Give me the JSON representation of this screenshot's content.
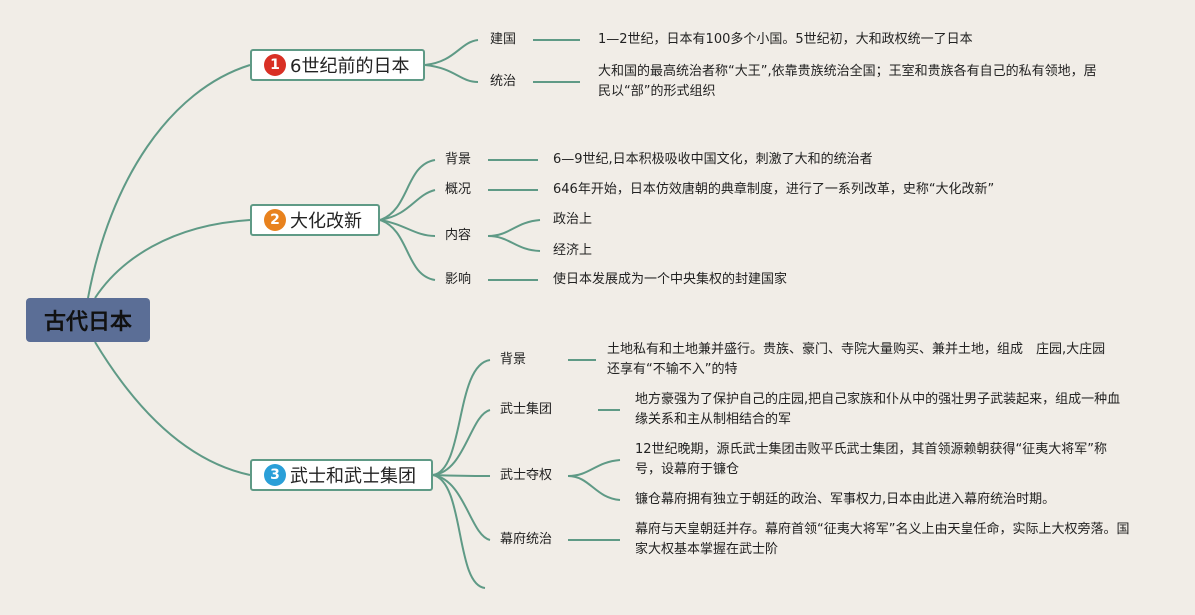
{
  "colors": {
    "line": "#5f9a86",
    "root_bg": "#5b6e96",
    "num1": "#d93025",
    "num2": "#e8821e",
    "num3": "#2a9fd8"
  },
  "root": {
    "label": "古代日本"
  },
  "b1": {
    "num": "1",
    "label": "6世纪前的日本",
    "items": [
      {
        "label": "建国",
        "text": "1—2世纪，日本有100多个小国。5世纪初，大和政权统一了日本"
      },
      {
        "label": "统治",
        "text": "大和国的最高统治者称“大王”,依靠贵族统治全国；王室和贵族各有自己的私有领地，居民以“部”的形式组织"
      }
    ]
  },
  "b2": {
    "num": "2",
    "label": "大化改新",
    "items": [
      {
        "label": "背景",
        "text": "6—9世纪,日本积极吸收中国文化，刺激了大和的统治者"
      },
      {
        "label": "概况",
        "text": "646年开始，日本仿效唐朝的典章制度，进行了一系列改革，史称“大化改新”"
      },
      {
        "label": "内容",
        "subs": [
          "政治上",
          "经济上"
        ]
      },
      {
        "label": "影响",
        "text": "使日本发展成为一个中央集权的封建国家"
      }
    ]
  },
  "b3": {
    "num": "3",
    "label": "武士和武士集团",
    "items": [
      {
        "label": "背景",
        "text": "土地私有和土地兼并盛行。贵族、豪门、寺院大量购买、兼并土地，组成　庄园,大庄园还享有“不输不入”的特"
      },
      {
        "label": "武士集团",
        "text": "地方豪强为了保护自己的庄园,把自己家族和仆从中的强壮男子武装起来，组成一种血缘关系和主从制相结合的军"
      },
      {
        "label": "武士夺权",
        "subs": [
          "12世纪晚期，源氏武士集团击败平氏武士集团，其首领源赖朝获得“征夷大将军”称号，设幕府于镰仓",
          "镰仓幕府拥有独立于朝廷的政治、军事权力,日本由此进入幕府统治时期。"
        ]
      },
      {
        "label": "幕府统治",
        "text": "幕府与天皇朝廷并存。幕府首领“征夷大将军”名义上由天皇任命，实际上大权旁落。国家大权基本掌握在武士阶"
      }
    ]
  }
}
